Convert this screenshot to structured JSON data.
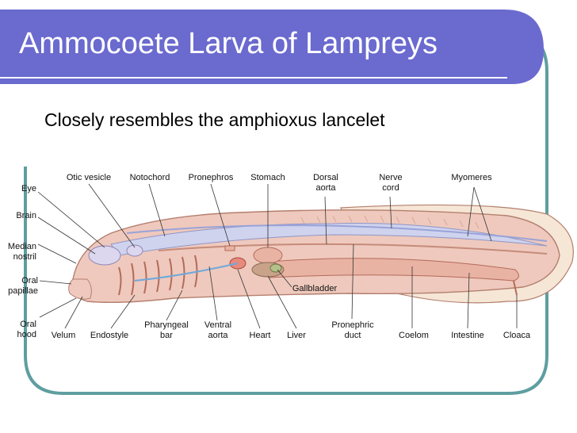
{
  "slide": {
    "title": "Ammocoete Larva of Lampreys",
    "bullet": "Closely resembles the amphioxus lancelet"
  },
  "colors": {
    "title_bar": "#6a6acf",
    "frame_border": "#5f9ea0",
    "body": "#efc9bd",
    "body_outline": "#b37f6e",
    "notochord": "#cfd3ee",
    "vessel": "#6fa8dc"
  },
  "labels": {
    "eye": "Eye",
    "brain": "Brain",
    "median_nostril": "Median\nnostril",
    "oral_papillae": "Oral\npapillae",
    "oral_hood": "Oral\nhood",
    "velum": "Velum",
    "endostyle": "Endostyle",
    "otic_vesicle": "Otic vesicle",
    "notochord": "Notochord",
    "pronephros": "Pronephros",
    "stomach": "Stomach",
    "dorsal_aorta": "Dorsal\naorta",
    "nerve_cord": "Nerve\ncord",
    "myomeres": "Myomeres",
    "gallbladder": "Gallbladder",
    "pharyngeal_bar": "Pharyngeal\nbar",
    "ventral_aorta": "Ventral\naorta",
    "heart": "Heart",
    "liver": "Liver",
    "pronephric_duct": "Pronephric\nduct",
    "coelom": "Coelom",
    "intestine": "Intestine",
    "cloaca": "Cloaca"
  }
}
